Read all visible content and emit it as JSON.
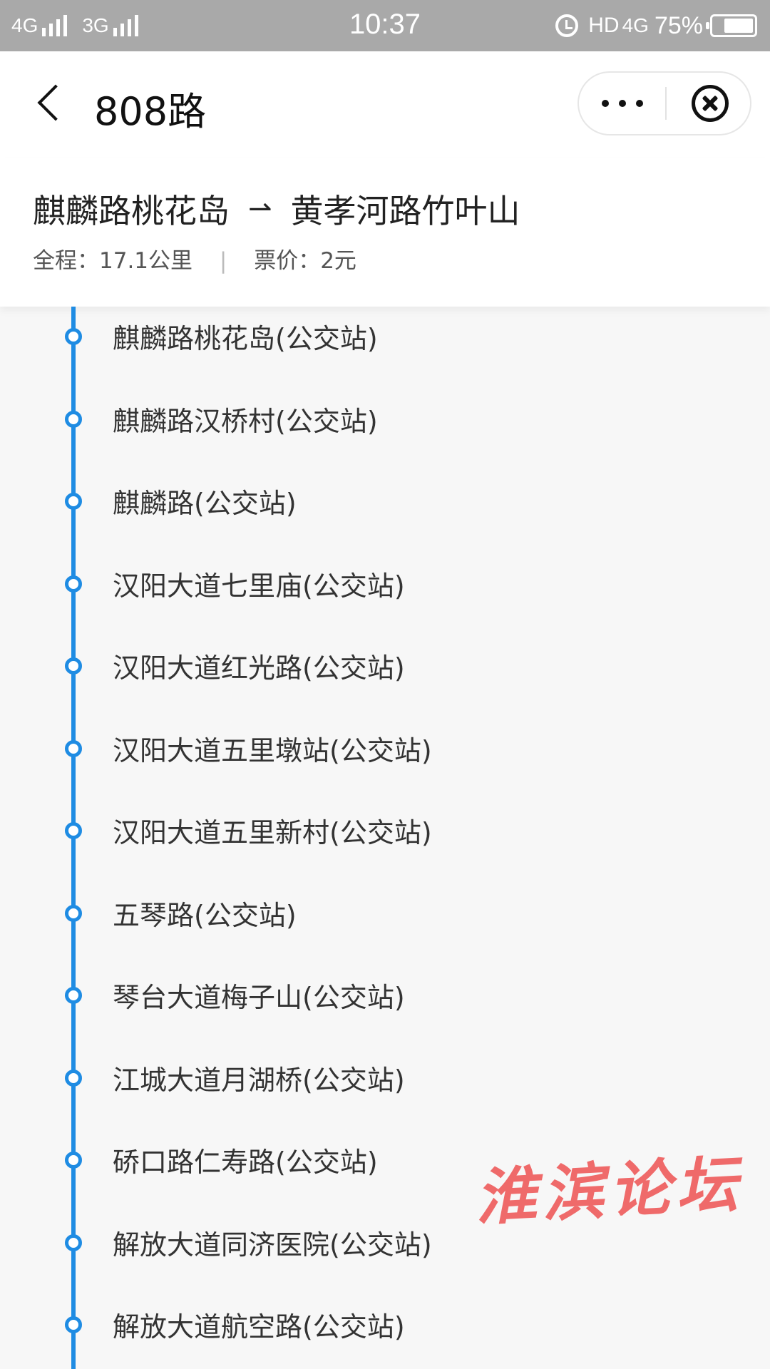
{
  "status_bar": {
    "net1": "4G",
    "net2": "3G",
    "time": "10:37",
    "hd": "HD",
    "net3": "4G",
    "battery_pct": "75%",
    "battery_level": 0.75
  },
  "header": {
    "title": "808路"
  },
  "route": {
    "from": "麒麟路桃花岛",
    "arrow": "⇀",
    "to": "黄孝河路竹叶山",
    "distance": "全程：17.1公里",
    "separator": "|",
    "fare": "票价：2元"
  },
  "stops": [
    "麒麟路桃花岛(公交站)",
    "麒麟路汉桥村(公交站)",
    "麒麟路(公交站)",
    "汉阳大道七里庙(公交站)",
    "汉阳大道红光路(公交站)",
    "汉阳大道五里墩站(公交站)",
    "汉阳大道五里新村(公交站)",
    "五琴路(公交站)",
    "琴台大道梅子山(公交站)",
    "江城大道月湖桥(公交站)",
    "硚口路仁寿路(公交站)",
    "解放大道同济医院(公交站)",
    "解放大道航空路(公交站)"
  ],
  "watermark": "淮滨论坛",
  "colors": {
    "accent": "#1f8ce3",
    "watermark": "#ef6a6a",
    "status_bar": "#a9a9a9"
  },
  "icons": [
    "back-chevron-icon",
    "more-dots-icon",
    "close-circle-icon",
    "alarm-icon",
    "battery-icon",
    "signal-icon"
  ]
}
